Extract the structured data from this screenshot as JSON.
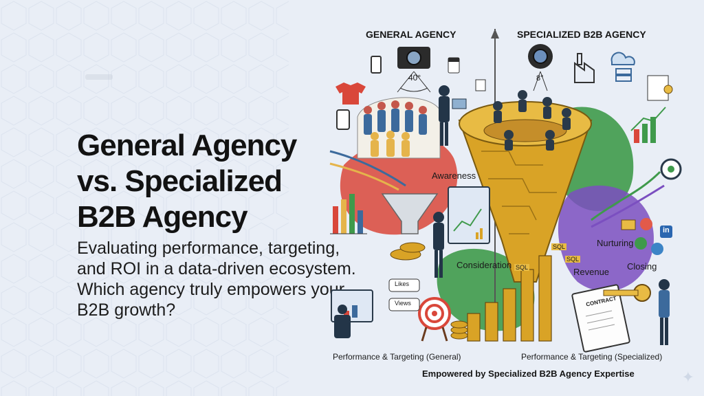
{
  "slide": {
    "title": "General Agency vs. Specialized B2B Agency",
    "subtitle": "Evaluating performance, targeting, and ROI in a data-driven ecosystem. Which agency truly empowers your B2B growth?"
  },
  "illustration": {
    "left_header": "GENERAL AGENCY",
    "right_header": "SPECIALIZED B2B AGENCY",
    "left_camera_angle": "40°",
    "right_camera_angle": "8°",
    "stage_awareness": "Awareness",
    "stage_consideration": "Consideration",
    "stage_nurturing": "Nurturing",
    "stage_revenue": "Revenue",
    "stage_closing": "Closing",
    "sql_tag": "SQL",
    "contract_label": "CONTRACT",
    "likes_label": "Likes",
    "views_label": "Views",
    "linkedin_label": "in",
    "left_caption": "Performance & Targeting (General)",
    "right_caption": "Performance & Targeting (Specialized)",
    "footer": "Empowered by Specialized B2B Agency Expertise"
  },
  "colors": {
    "background": "#e9eef6",
    "funnel_gold": "#d9a326",
    "splash_red": "#d9473a",
    "splash_green": "#3f9a4b",
    "splash_purple": "#7b4fc0"
  }
}
